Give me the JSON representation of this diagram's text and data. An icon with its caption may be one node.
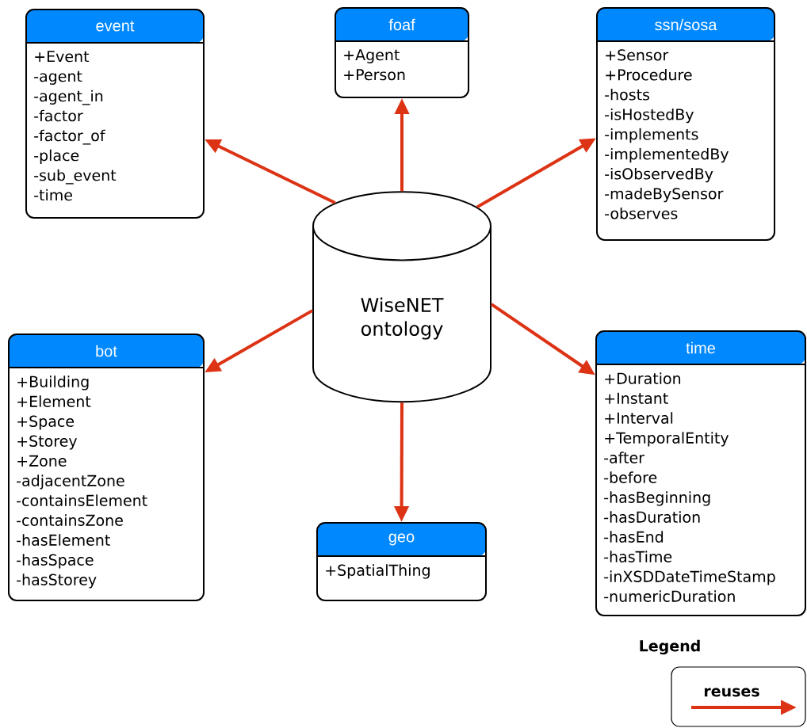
{
  "diagram": {
    "nodes": [
      {
        "text": [
          "WiseNET ontology"
        ]
      },
      {
        "text": [
          "event",
          "+Event",
          "-agent",
          "-agent_in",
          "-factor",
          "-factor_of",
          "-place",
          "-sub_event",
          "-time"
        ]
      },
      {
        "text": [
          "foaf",
          "+Agent",
          "+Person"
        ]
      },
      {
        "text": [
          "ssn/sosa",
          "+Sensor",
          "+Procedure",
          "-hosts",
          "-isHostedBy",
          "-implements",
          "-implementedBy",
          "-isObservedBy",
          "-madeBySensor",
          "-observes"
        ]
      },
      {
        "text": [
          "bot",
          "+Building",
          "+Element",
          "+Space",
          "+Storey",
          "+Zone",
          "-adjacentZone",
          "-containsElement",
          "-containsZone",
          "-hasElement",
          "-hasSpace",
          "-hasStorey"
        ]
      },
      {
        "text": [
          "time",
          "+Duration",
          "+Instant",
          "+Interval",
          "+TemporalEntity",
          "-after",
          "-before",
          "-hasBeginning",
          "-hasDuration",
          "-hasEnd",
          "-hasTime",
          "-inXSDDateTimeStamp",
          "-numericDuration"
        ]
      },
      {
        "text": [
          "geo",
          "+SpatialThing"
        ]
      }
    ],
    "edges": [
      {
        "from": 0,
        "to": 1,
        "arrow": "to"
      },
      {
        "from": 0,
        "to": 2,
        "arrow": "to"
      },
      {
        "from": 0,
        "to": 3,
        "arrow": "to"
      },
      {
        "from": 0,
        "to": 4,
        "arrow": "to"
      },
      {
        "from": 0,
        "to": 5,
        "arrow": "to"
      },
      {
        "from": 0,
        "to": 6,
        "arrow": "to"
      }
    ],
    "labels": [
      "Legend"
    ],
    "legend": [
      {
        "text": "reuses"
      }
    ]
  }
}
